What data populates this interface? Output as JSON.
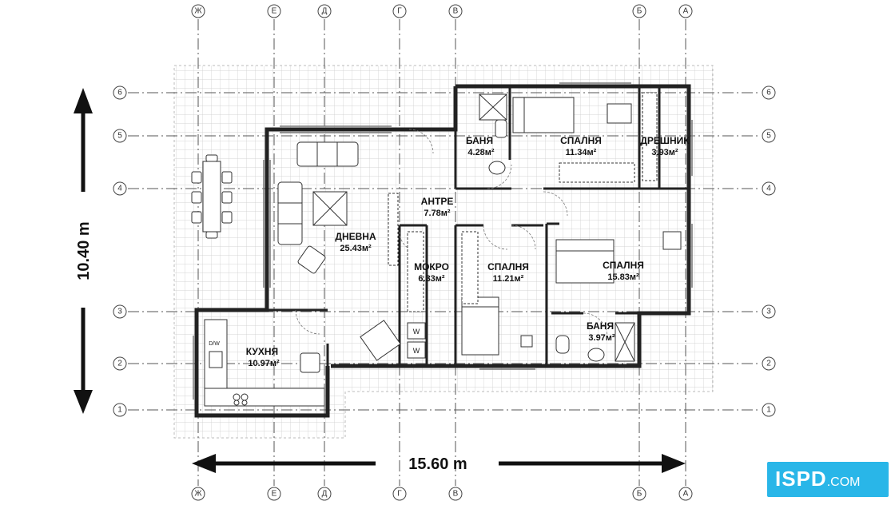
{
  "rooms": [
    {
      "name": "ДНЕВНА",
      "area": "25.43м²"
    },
    {
      "name": "АНТРЕ",
      "area": "7.78м²"
    },
    {
      "name": "БАНЯ",
      "area": "4.28м²"
    },
    {
      "name": "СПАЛНЯ",
      "area": "11.34м²"
    },
    {
      "name": "ДРЕШНИК",
      "area": "3.93м²"
    },
    {
      "name": "МОКРО",
      "area": "6.33м²"
    },
    {
      "name": "СПАЛНЯ",
      "area": "11.21м²"
    },
    {
      "name": "СПАЛНЯ",
      "area": "15.83м²"
    },
    {
      "name": "БАНЯ",
      "area": "3.97м²"
    },
    {
      "name": "КУХНЯ",
      "area": "10.97м²"
    }
  ],
  "axes": {
    "letters": [
      "Ж",
      "Е",
      "Д",
      "Г",
      "В",
      "Б",
      "А"
    ],
    "numbers": [
      "6",
      "5",
      "4",
      "3",
      "2",
      "1"
    ]
  },
  "dimensions": {
    "width": "15.60 m",
    "height": "10.40 m"
  },
  "appliance_labels": {
    "dishwasher": "D/W",
    "washer": "W",
    "dryer": "W"
  },
  "logo": {
    "text": "ISPD",
    "suffix": ".COM"
  }
}
